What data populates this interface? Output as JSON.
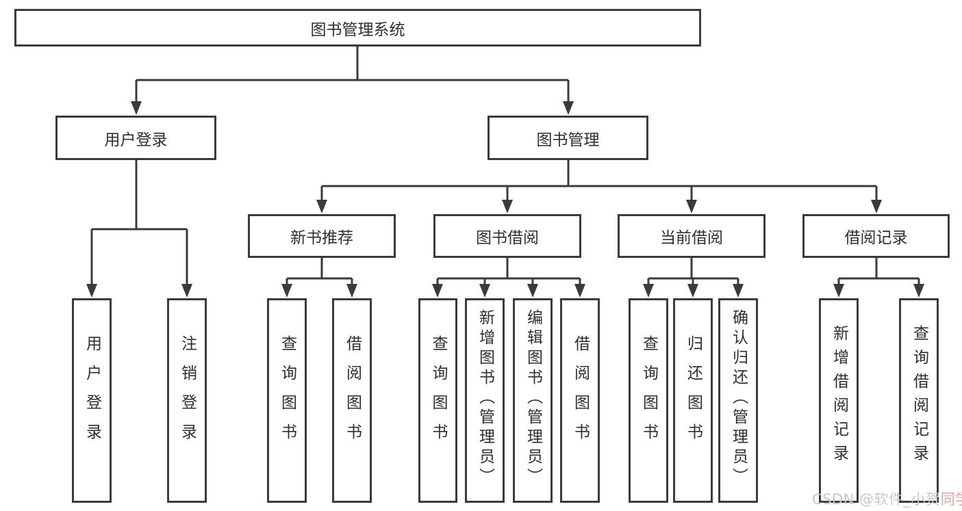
{
  "page": {
    "background": "#ffffff"
  },
  "diagram": {
    "type": "hierarchy-tree",
    "title": "图书管理系统",
    "colors": {
      "border": "#3b3b3b",
      "line": "#3b3b3b",
      "text": "#2f2f2f",
      "background": "#ffffff",
      "watermark": "#c8c8c8",
      "watermark_accent": "#e2a49e"
    },
    "nodes": {
      "root": "图书管理系统",
      "user_login": "用户登录",
      "book_management": "图书管理",
      "new_book_recommend": "新书推荐",
      "book_borrowing": "图书借阅",
      "current_borrowing": "当前借阅",
      "borrowing_records": "借阅记录",
      "leaf_user_login": "用户登录",
      "leaf_logout": "注销登录",
      "leaf_query_book_1": "查询图书",
      "leaf_borrow_book_1": "借阅图书",
      "leaf_query_book_2": "查询图书",
      "leaf_add_book_admin": "新增图书（管理员）",
      "leaf_edit_book_admin": "编辑图书（管理员）",
      "leaf_borrow_book_2": "借阅图书",
      "leaf_query_book_3": "查询图书",
      "leaf_return_book": "归还图书",
      "leaf_confirm_return_admin": "确认归还（管理员）",
      "leaf_add_borrow_record": "新增借阅记录",
      "leaf_query_borrow_record": "查询借阅记录"
    },
    "structure": {
      "图书管理系统": [
        "用户登录",
        "图书管理"
      ],
      "用户登录": [
        "用户登录",
        "注销登录"
      ],
      "图书管理": [
        "新书推荐",
        "图书借阅",
        "当前借阅",
        "借阅记录"
      ],
      "新书推荐": [
        "查询图书",
        "借阅图书"
      ],
      "图书借阅": [
        "查询图书",
        "新增图书（管理员）",
        "编辑图书（管理员）",
        "借阅图书"
      ],
      "当前借阅": [
        "查询图书",
        "归还图书",
        "确认归还（管理员）"
      ],
      "借阅记录": [
        "新增借阅记录",
        "查询借阅记录"
      ]
    }
  },
  "watermark": {
    "text": "CSDN @软件_小贺同学",
    "prefix": "CSDN @软件_小贺",
    "suffix": "同学"
  }
}
